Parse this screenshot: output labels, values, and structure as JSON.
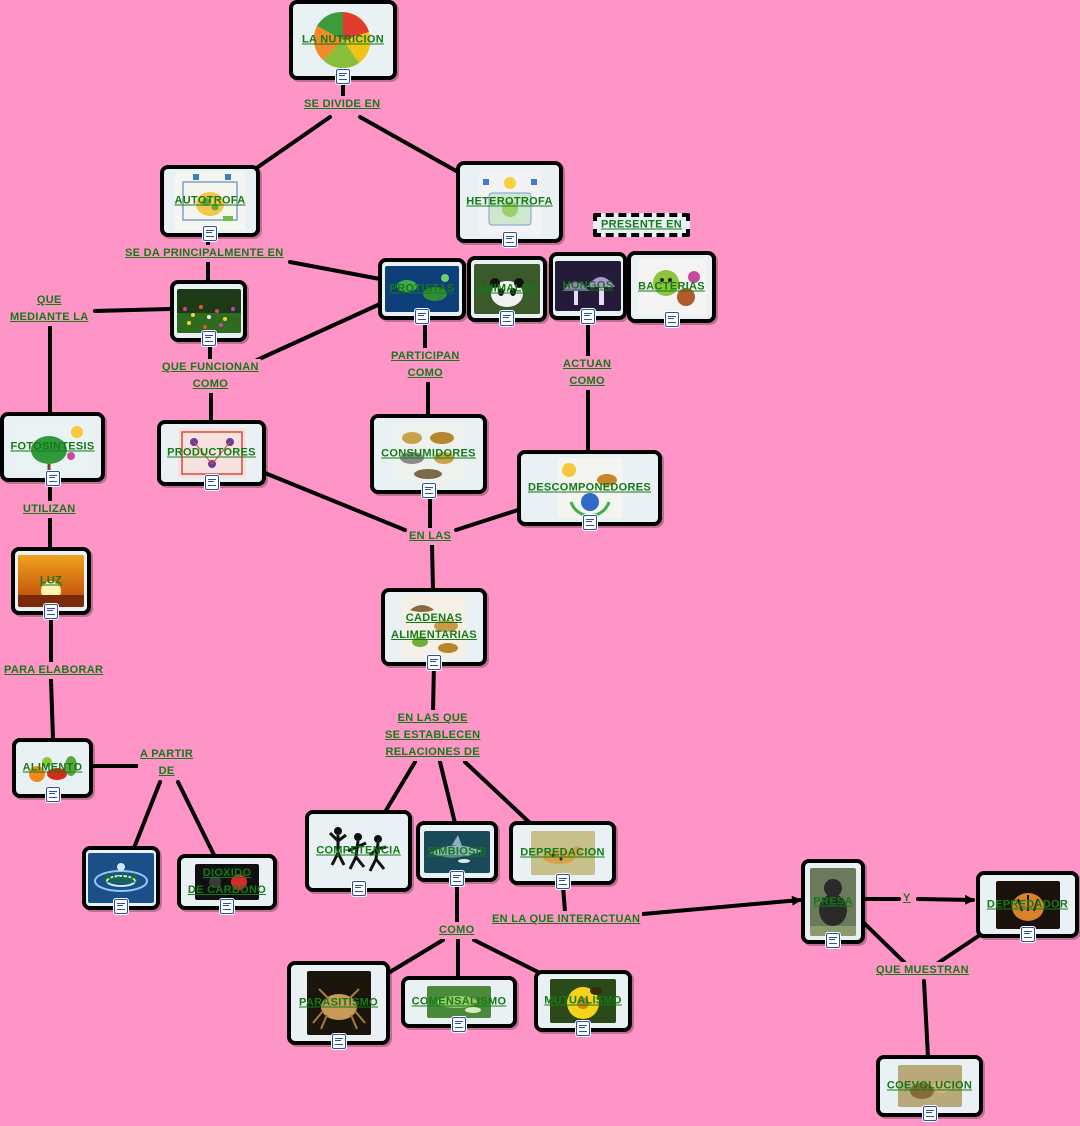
{
  "concepts": {
    "nutricion": "LA NUTRICION",
    "autotrofa": "AUTOTROFA",
    "heterotrofa": "HETEROTROFA",
    "plantas": "",
    "protistas": "PROTISTAS",
    "animales": "ANIMALES",
    "hongos": "HONGOS",
    "bacterias": "BACTERIAS",
    "fotosintesis": "FOTOSINTESIS",
    "productores": "PRODUCTORES",
    "consumidores": "CONSUMIDORES",
    "descomponedores": "DESCOMPONEDORES",
    "luz": "LUZ",
    "cadenas": "CADENAS\nALIMENTARIAS",
    "alimento": "ALIMENTO",
    "agua": "AGUA",
    "dioxido": "DIOXIDO\nDE CARBONO",
    "competencia": "COMPETENCIA",
    "simbiosis": "SIMBIOSIS",
    "depredacion": "DEPREDACION",
    "parasitismo": "PARASITISMO",
    "comensalismo": "COMENSALISMO",
    "mutualismo": "MUTUALISMO",
    "presa": "PRESA",
    "depredador": "DEPREDADOR",
    "coevolucion": "COEVOLUCION",
    "presente_en": "PRESENTE EN"
  },
  "linking_phrases": {
    "se_divide_en": "SE DIVIDE EN",
    "se_da_principalmente_en": "SE DA PRINCIPALMENTE EN",
    "que_mediante_la": "QUE\nMEDIANTE LA",
    "que_funcionan_como": "QUE FUNCIONAN\nCOMO",
    "participan_como": "PARTICIPAN\nCOMO",
    "actuan_como": "ACTUAN\nCOMO",
    "utilizan": "UTILIZAN",
    "en_las": "EN LAS",
    "para_elaborar": "PARA ELABORAR",
    "a_partir_de": "A PARTIR\nDE",
    "en_las_que_se_establecen": "EN LAS QUE\nSE ESTABLECEN\nRELACIONES DE",
    "en_la_que_interactuan": "EN LA QUE INTERACTUAN",
    "como": "COMO",
    "y": "Y",
    "que_muestran": "QUE MUESTRAN"
  },
  "colors": {
    "background": "#ff94c6",
    "node_fill": "#eaf1f4",
    "node_border": "#000000",
    "text": "#147a17",
    "connector": "#000000"
  },
  "icons": {
    "resource": "document-icon",
    "arrowhead": "arrow-head-icon"
  }
}
